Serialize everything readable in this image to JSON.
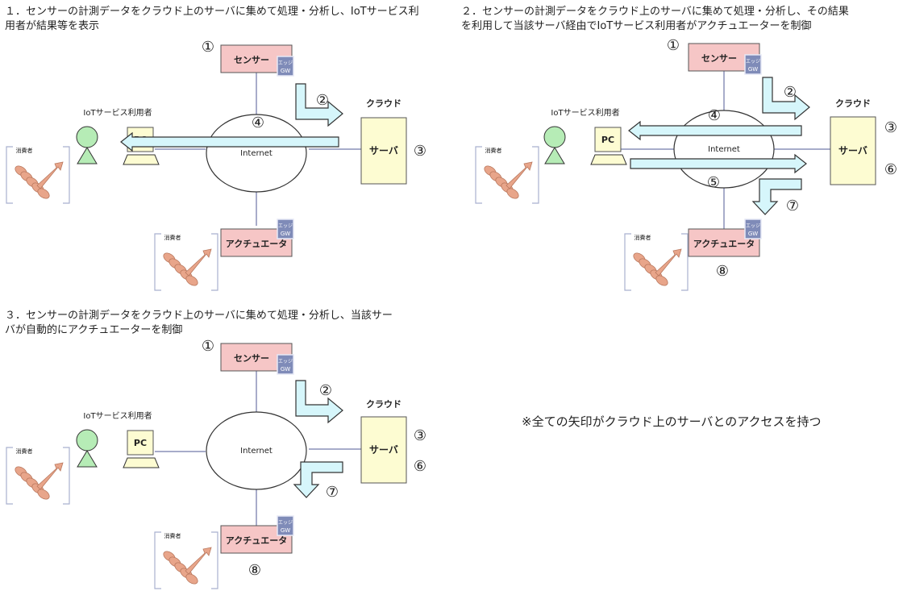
{
  "titles": {
    "d1": "１．センサーの計測データをクラウド上のサーバに集めて処理・分析し、IoTサービス利\n用者が結果等を表示",
    "d2": "２．センサーの計測データをクラウド上のサーバに集めて処理・分析し、その結果\nを利用して当該サーバ経由でIoTサービス利用者がアクチュエーターを制御",
    "d3": "３．センサーの計測データをクラウド上のサーバに集めて処理・分析し、当該サー\nバが自動的にアクチュエーターを制御"
  },
  "note": "※全ての矢印がクラウド上のサーバとのアクセスを持つ",
  "labels": {
    "sensor": "センサー",
    "actuator": "アクチュエータ",
    "server": "サーバ",
    "cloud": "クラウド",
    "internet": "Internet",
    "iot_user": "IoTサービス利用者",
    "pc": "PC",
    "consumer": "消費者",
    "gw_edge": "エッジ",
    "gw": "GW"
  },
  "steps": {
    "s1": "①",
    "s2": "②",
    "s3": "③",
    "s4": "④",
    "s5": "⑤",
    "s6": "⑥",
    "s7": "⑦",
    "s8": "⑧"
  },
  "colors": {
    "box_pink": "#f6c6c6",
    "server_yellow": "#fdfcd2",
    "arrow_cyan": "#d6f6fb",
    "person_green": "#b6ecb6",
    "gw_blue": "#7f8bb8",
    "hand_salmon": "#e8a58a",
    "line": "#8a91b8"
  }
}
